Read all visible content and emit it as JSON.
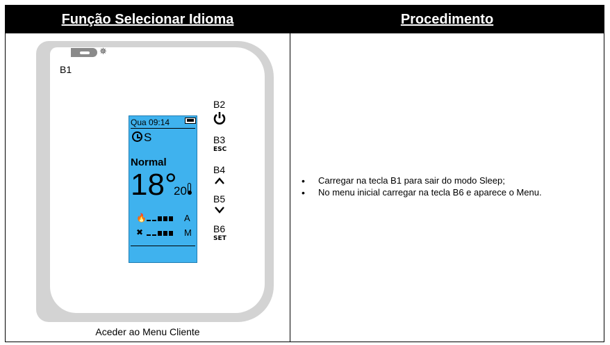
{
  "header": {
    "left_title": "Função Selecionar Idioma",
    "right_title": "Procedimento"
  },
  "device": {
    "button_labels": [
      "B1",
      "B2",
      "B3",
      "B4",
      "B5",
      "B6"
    ],
    "b3_caption": "ESC",
    "b6_caption": "SET",
    "screen": {
      "time": "Qua 09:14",
      "schedule_letter": "S",
      "mode": "Normal",
      "temperature": "18°",
      "setpoint": "20",
      "heat_mode_letter": "A",
      "fan_mode_letter": "M",
      "heat_level_fraction": 0.6,
      "fan_level_fraction": 0.6
    }
  },
  "caption": "Aceder ao Menu Cliente",
  "procedure": [
    "Carregar na tecla B1 para sair do modo Sleep;",
    "No menu inicial carregar na tecla B6 e aparece o Menu."
  ]
}
